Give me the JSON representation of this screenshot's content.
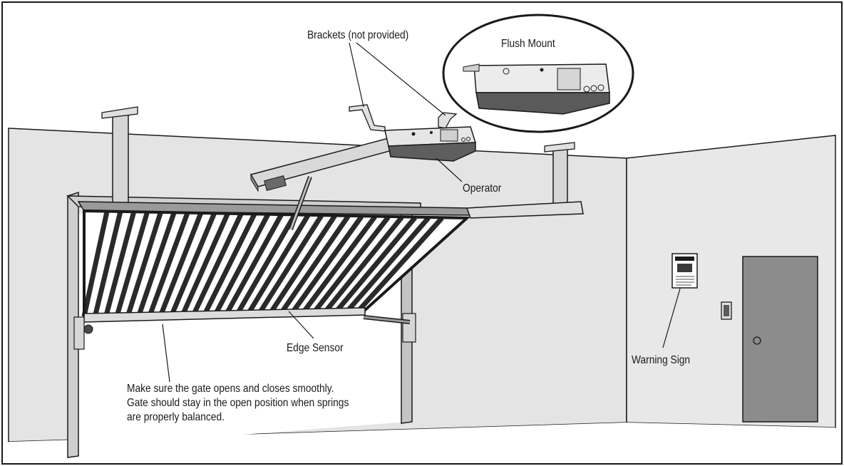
{
  "labels": {
    "brackets": "Brackets (not provided)",
    "flush_mount": "Flush Mount",
    "operator": "Operator",
    "edge_sensor": "Edge Sensor",
    "warning_sign": "Warning Sign"
  },
  "note": {
    "lines": [
      "Make sure the gate opens and closes smoothly.",
      "Gate should stay in the open position when springs",
      "are properly balanced."
    ]
  },
  "colors": {
    "wall": "#e4e4e4",
    "floor": "#ffffff",
    "line": "#1a1a1a",
    "door": "#8c8c8c",
    "operator": "#6e6e6e",
    "frame": "#cfcfcf"
  }
}
